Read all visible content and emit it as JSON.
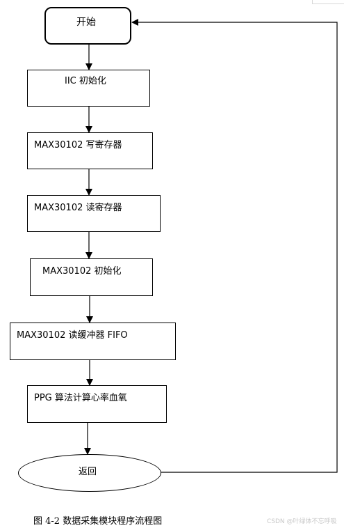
{
  "flowchart": {
    "nodes": [
      {
        "id": "start",
        "label": "开始",
        "shape": "rounded-rect"
      },
      {
        "id": "iic_init",
        "label": "IIC 初始化",
        "shape": "rect"
      },
      {
        "id": "write_reg",
        "label": "MAX30102 写寄存器",
        "shape": "rect"
      },
      {
        "id": "read_reg",
        "label": "MAX30102 读寄存器",
        "shape": "rect"
      },
      {
        "id": "max_init",
        "label": "MAX30102 初始化",
        "shape": "rect"
      },
      {
        "id": "read_fifo",
        "label": "MAX30102 读缓冲器 FIFO",
        "shape": "rect"
      },
      {
        "id": "ppg_algo",
        "label": "PPG 算法计算心率血氧",
        "shape": "rect"
      },
      {
        "id": "return",
        "label": "返回",
        "shape": "ellipse"
      }
    ],
    "edges": [
      {
        "from": "start",
        "to": "iic_init"
      },
      {
        "from": "iic_init",
        "to": "write_reg"
      },
      {
        "from": "write_reg",
        "to": "read_reg"
      },
      {
        "from": "read_reg",
        "to": "max_init"
      },
      {
        "from": "max_init",
        "to": "read_fifo"
      },
      {
        "from": "read_fifo",
        "to": "ppg_algo"
      },
      {
        "from": "ppg_algo",
        "to": "return"
      },
      {
        "from": "return",
        "to": "start",
        "route": "loop-right"
      }
    ]
  },
  "caption": "图 4-2  数据采集模块程序流程图",
  "watermark": "CSDN @叶绿体不忘呼吸"
}
